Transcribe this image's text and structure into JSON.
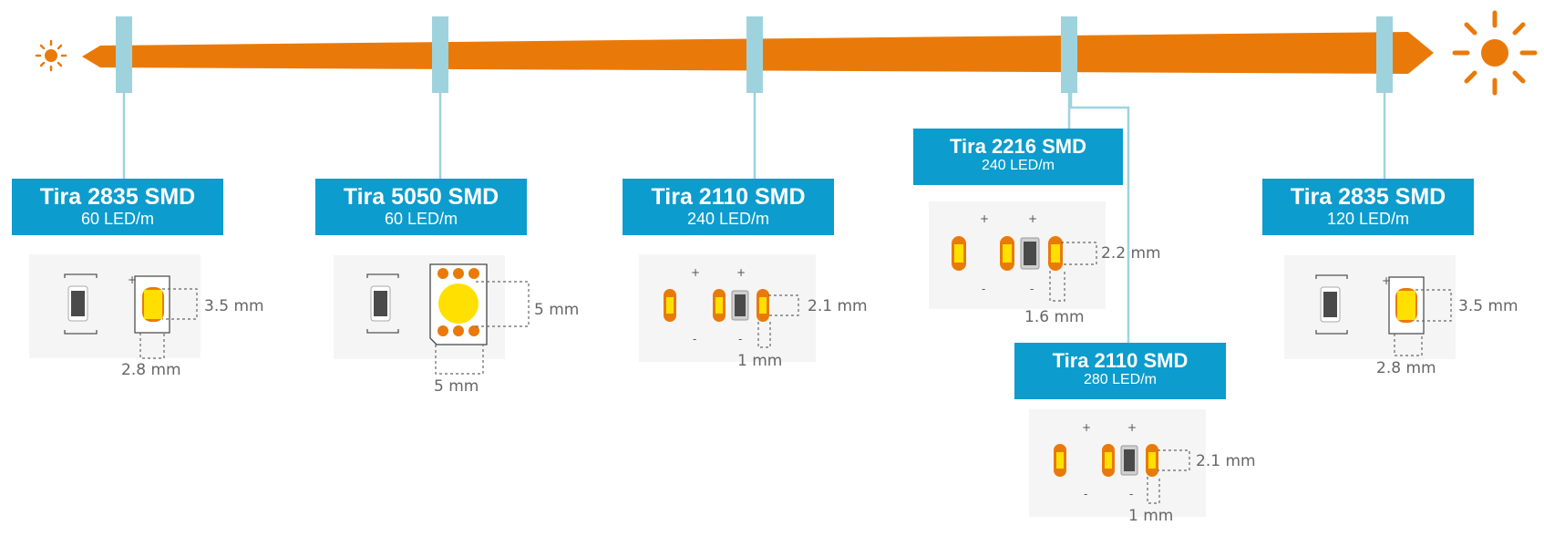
{
  "colors": {
    "arrow": "#e97a0a",
    "sun": "#e97a0a",
    "marker": "#9ed3dd",
    "label_bg": "#0c9ccd",
    "chip": "#4a4a4a",
    "led": "#ffe000"
  },
  "icons": {
    "left": "sun-small-icon",
    "right": "sun-large-icon"
  },
  "strips": [
    {
      "name": "Tira 2835 SMD",
      "density": "60 LED/m",
      "dim_a": "3.5 mm",
      "dim_b": "2.8 mm"
    },
    {
      "name": "Tira 5050 SMD",
      "density": "60 LED/m",
      "dim_a": "5 mm",
      "dim_b": "5 mm"
    },
    {
      "name": "Tira 2110 SMD",
      "density": "240 LED/m",
      "dim_a": "2.1 mm",
      "dim_b": "1 mm",
      "plus": "+",
      "minus": "-"
    },
    {
      "name": "Tira 2216 SMD",
      "density": "240 LED/m",
      "dim_a": "2.2 mm",
      "dim_b": "1.6 mm",
      "plus": "+",
      "minus": "-"
    },
    {
      "name": "Tira 2110 SMD",
      "density": "280 LED/m",
      "dim_a": "2.1 mm",
      "dim_b": "1 mm",
      "plus": "+",
      "minus": "-"
    },
    {
      "name": "Tira 2835 SMD",
      "density": "120 LED/m",
      "dim_a": "3.5 mm",
      "dim_b": "2.8 mm"
    }
  ]
}
